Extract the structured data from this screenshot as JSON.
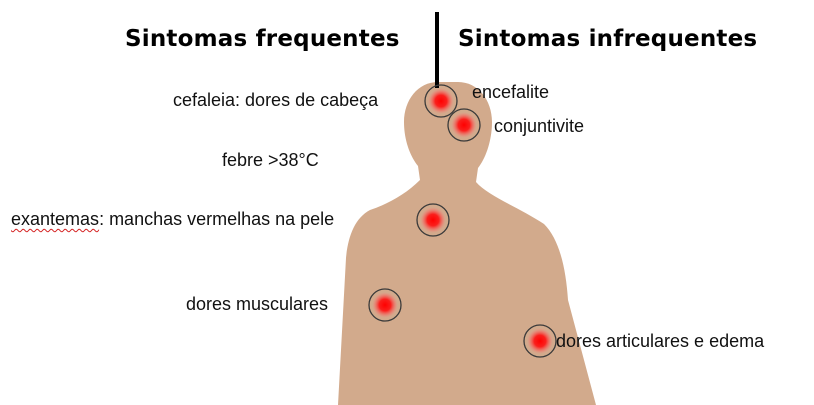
{
  "headings": {
    "frequent": "Sintomas frequentes",
    "infrequent": "Sintomas infrequentes"
  },
  "labels": {
    "cefaleia": "cefaleia: dores de cabeça",
    "encefalite": "encefalite",
    "conjuntivite": "conjuntivite",
    "febre": "febre >38°C",
    "exantemas_word": "exantemas",
    "exantemas_rest": ": manchas vermelhas na pele",
    "musculares": "dores musculares",
    "articulares": "dores articulares e edema"
  },
  "colors": {
    "body_skin": "#d2aa8c",
    "hotspot_center": "#ff0000",
    "hotspot_outline": "#3a3a3a",
    "divider": "#000000",
    "spellcheck_underline": "#d42020"
  }
}
